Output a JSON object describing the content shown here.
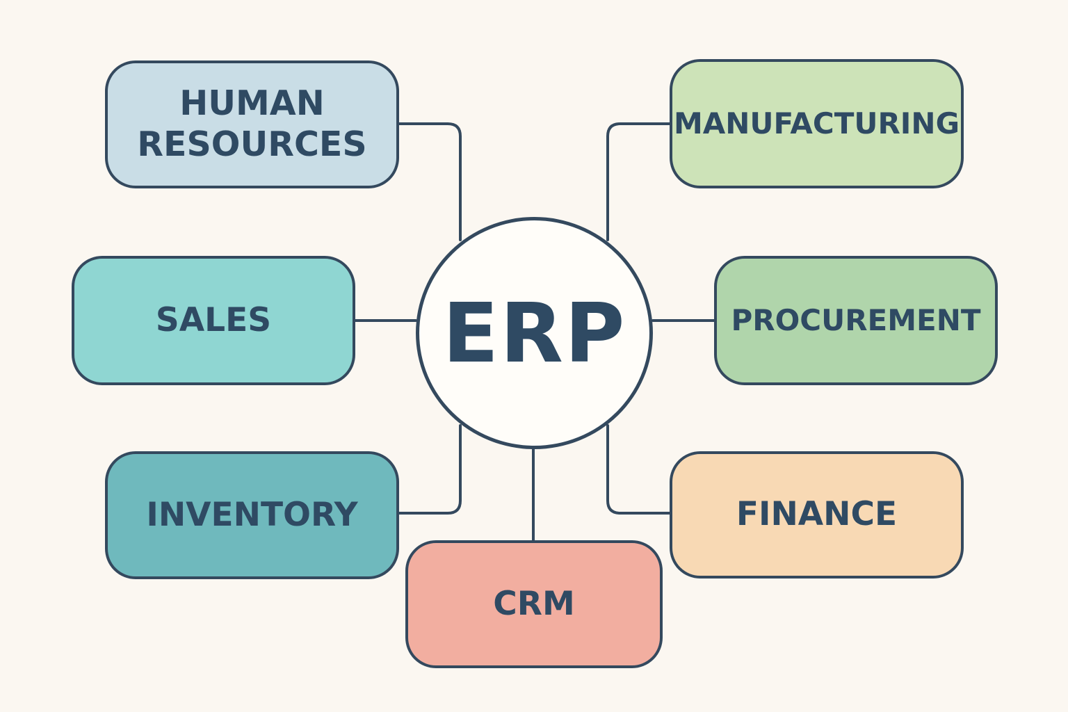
{
  "center": {
    "label": "ERP"
  },
  "modules": {
    "human_resources": {
      "line1": "HUMAN",
      "line2": "RESOURCES",
      "color": "#c9dde6"
    },
    "sales": {
      "label": "SALES",
      "color": "#8fd6d2"
    },
    "inventory": {
      "label": "INVENTORY",
      "color": "#6fb9bd"
    },
    "crm": {
      "label": "CRM",
      "color": "#f2aea0"
    },
    "manufacturing": {
      "label": "MANUFACTURING",
      "color": "#cde3b8"
    },
    "procurement": {
      "label": "PROCUREMENT",
      "color": "#b0d5ab"
    },
    "finance": {
      "label": "FINANCE",
      "color": "#f8d9b4"
    }
  },
  "colors": {
    "background": "#fbf7f1",
    "outline": "#34495e",
    "text": "#2f4a63"
  }
}
